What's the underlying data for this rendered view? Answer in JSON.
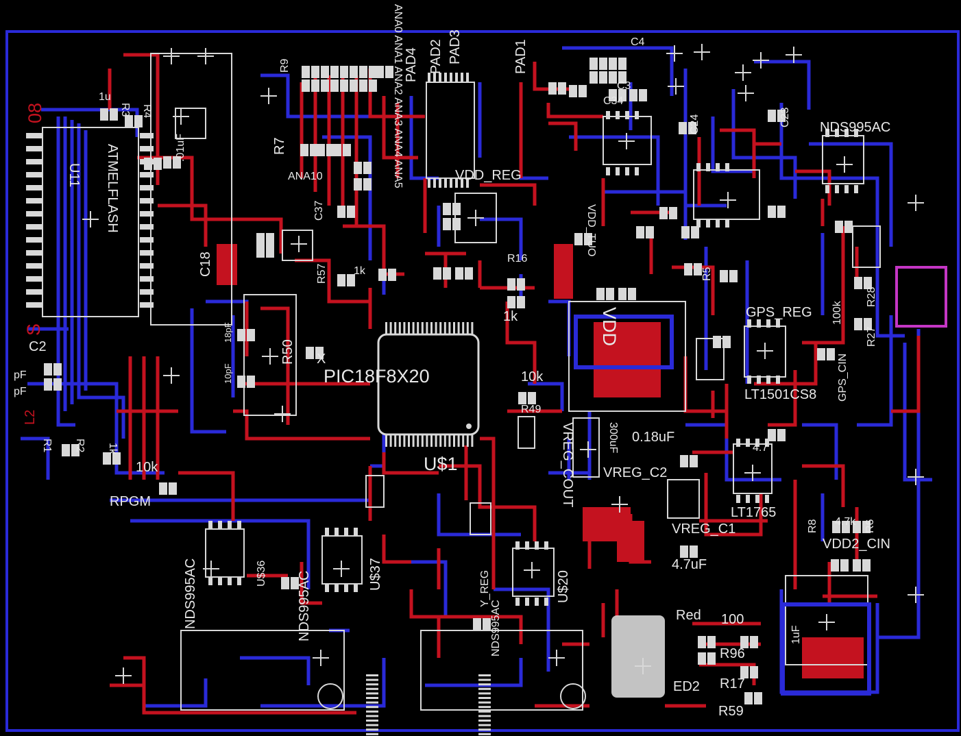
{
  "board": {
    "colors": {
      "background": "#000000",
      "top_copper": "#c4121f",
      "bottom_copper": "#2a2ad8",
      "silkscreen": "#e8e8e8",
      "pad": "#d8d8d8",
      "outline": "#d8d8d8",
      "accent": "#c436c4"
    }
  },
  "labels": {
    "mcu": "PIC18F8X20",
    "mcu_ref": "U$1",
    "rpgm": "RPGM",
    "r_10k_left": "10k",
    "vdd_reg": "VDD_REG",
    "gps_reg": "GPS_REG",
    "lt1501": "LT1501CS8",
    "lt1765": "LT1765",
    "vreg_c1": "VREG_C1",
    "vreg_c2": "VREG_C2",
    "cap_018": "0.18uF",
    "cap_47": "4.7uF",
    "vreg_cout": "VREG_COUT",
    "vdd_big": "VDD",
    "vdd2_cin": "VDD2_CIN",
    "r8": "R8",
    "r6": "R6",
    "r_10k_mid": "10k",
    "r49": "R49",
    "r_1k": "1k",
    "r5": "R5",
    "r27": "R27",
    "r28": "R28",
    "r_100k": "100k",
    "red": "Red",
    "r100": "100",
    "r96": "R96",
    "r17": "R17",
    "r59": "R59",
    "led2": "ED2",
    "nds_right": "NDS995AC",
    "nds_mid": "NDS995AC",
    "nds_bottom": "NDS995AC",
    "nds_left": "NDS995AC",
    "u37": "U$37",
    "u20": "U$20",
    "u36": "U$36",
    "c18": "C18",
    "r50": "R50",
    "r7": "R7",
    "r57": "R57",
    "c37": "C37",
    "c24": "C24",
    "c23": "C23",
    "c3": "C3",
    "c4": "C4",
    "c34": "C34",
    "pad1": "PAD1",
    "pad2": "PAD2",
    "pad3": "PAD3",
    "pad4": "PAD4",
    "cap_1u": "1u",
    "cap_01uf": ".01uF",
    "cap_4_7": "4.7",
    "cap_18pf": "18pF",
    "cap_10pf": "10pF",
    "r9": "R9",
    "ana_block": "ANA0 ANA1 ANA2 ANA3 ANA4 ANA5",
    "ana10": "ANA10",
    "c2": "C2",
    "pf1": "pF",
    "pf2": "pF",
    "atmel": "ATMELFLASH",
    "u11": "U11",
    "r3": "R3",
    "r4": "R4",
    "r1": "R1",
    "r2": "R2",
    "r_k": "1k",
    "x_label": "X",
    "reg_y": "Y_REG",
    "r_1k_c": "1k",
    "c30_label": "300uF",
    "vlo_label": "VDD_TUO",
    "r16": "R16",
    "gps_cin": "GPS_CIN",
    "cap_1uf": "1uF",
    "r_4k": "4.7k",
    "ls_label": "L2",
    "label_08": "08",
    "rotated_s": "S"
  }
}
